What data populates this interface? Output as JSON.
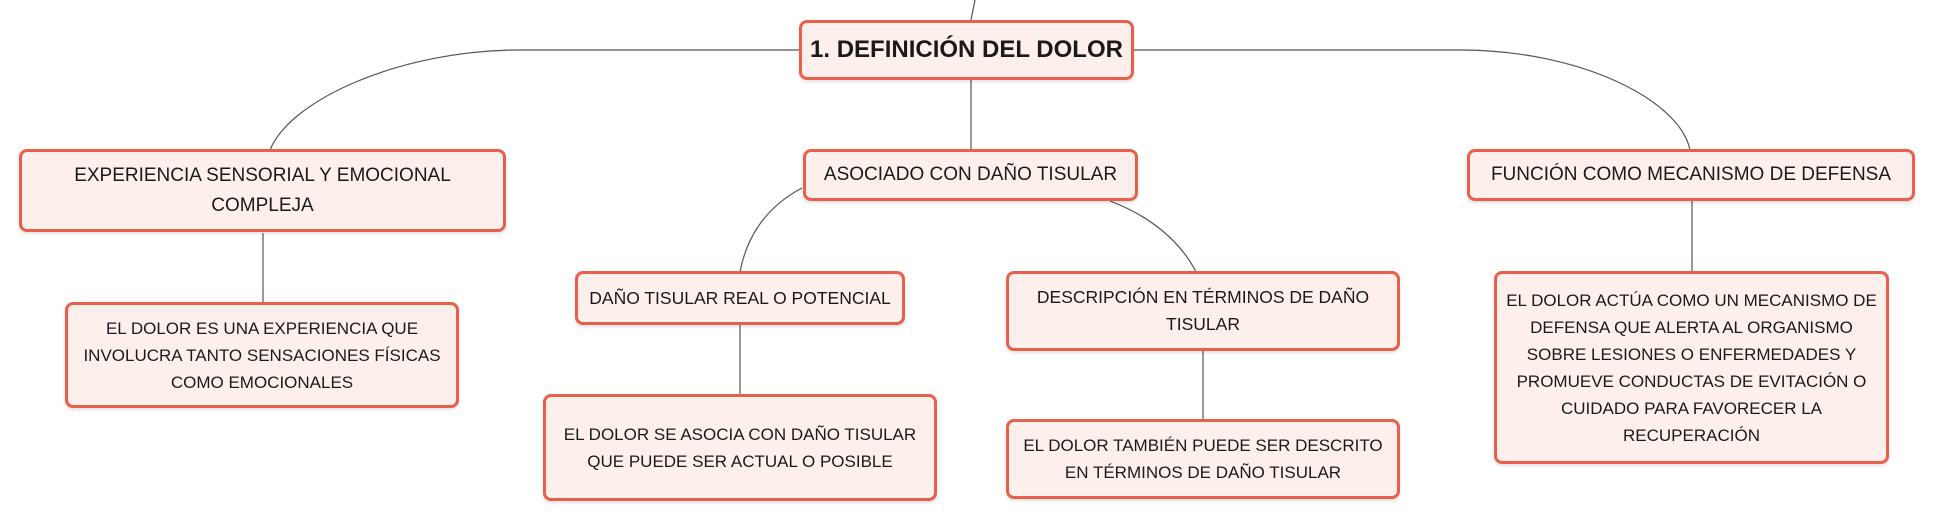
{
  "colors": {
    "node_border": "#e8604c",
    "node_fill": "#fdf0ec",
    "connector": "#555555",
    "text": "#1a1a1a"
  },
  "root": {
    "label": "1. DEFINICIÓN DEL DOLOR"
  },
  "branches": [
    {
      "label": "EXPERIENCIA SENSORIAL Y EMOCIONAL COMPLEJA",
      "children": [
        {
          "label": "EL DOLOR ES UNA EXPERIENCIA QUE INVOLUCRA TANTO SENSACIONES FÍSICAS COMO EMOCIONALES"
        }
      ]
    },
    {
      "label": "ASOCIADO CON DAÑO TISULAR",
      "children": [
        {
          "label": "DAÑO TISULAR REAL O POTENCIAL",
          "children": [
            {
              "label": "EL DOLOR SE ASOCIA CON DAÑO TISULAR QUE PUEDE SER ACTUAL O POSIBLE"
            }
          ]
        },
        {
          "label": "DESCRIPCIÓN EN TÉRMINOS DE DAÑO TISULAR",
          "children": [
            {
              "label": "EL DOLOR TAMBIÉN PUEDE SER DESCRITO EN TÉRMINOS DE DAÑO TISULAR"
            }
          ]
        }
      ]
    },
    {
      "label": "FUNCIÓN COMO MECANISMO DE DEFENSA",
      "children": [
        {
          "label": "EL DOLOR ACTÚA COMO UN MECANISMO DE DEFENSA QUE ALERTA AL ORGANISMO SOBRE LESIONES O ENFERMEDADES Y PROMUEVE CONDUCTAS DE EVITACIÓN O CUIDADO PARA FAVORECER LA RECUPERACIÓN"
        }
      ]
    }
  ]
}
